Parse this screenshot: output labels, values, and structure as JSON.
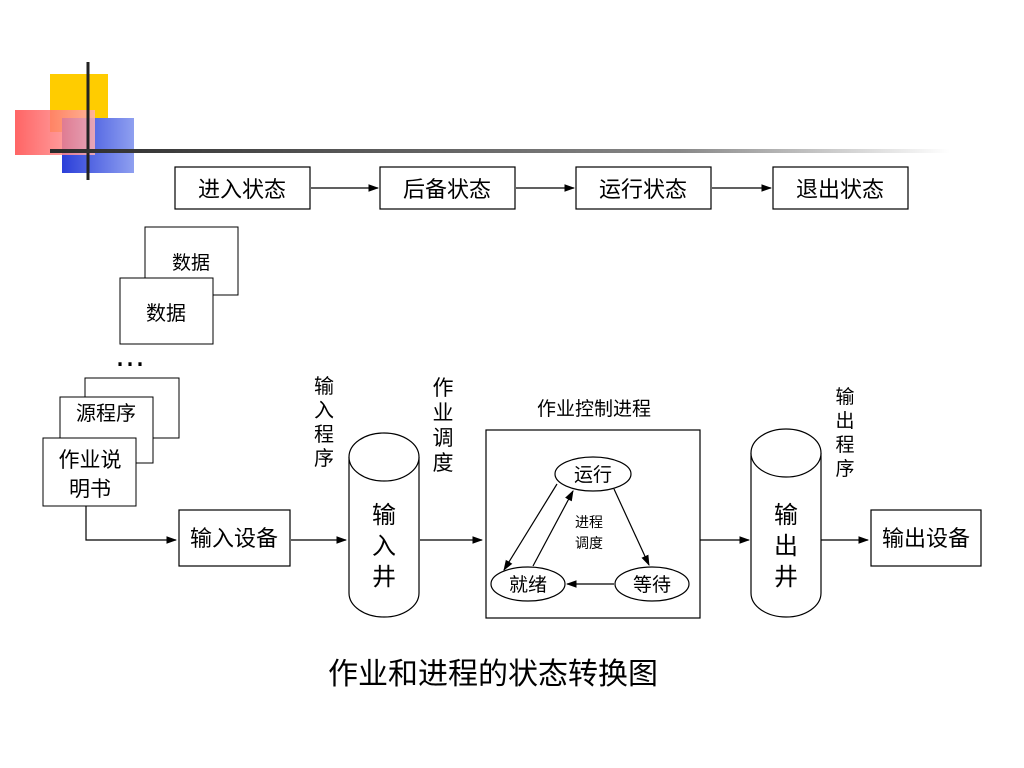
{
  "title": "作业和进程的状态转换图",
  "colors": {
    "title": "#0b7a0b",
    "line": "#000000",
    "deco_yellow": "#ffcc00",
    "deco_red": "#ff4a4a",
    "deco_blue": "#2b3fd9",
    "header_rule": "#2b2b2b"
  },
  "state_chain": [
    "进入状态",
    "后备状态",
    "运行状态",
    "退出状态"
  ],
  "data_cards": [
    "数据",
    "数据"
  ],
  "ellipsis": "…",
  "program_cards": [
    "源程序",
    "作业说明书"
  ],
  "input_device": "输入设备",
  "input_program": "输入程序",
  "input_well": "输入井",
  "job_scheduling": "作业调度",
  "job_control_title": "作业控制进程",
  "process_states": {
    "running": "运行",
    "ready": "就绪",
    "waiting": "等待"
  },
  "process_scheduling": "进程调度",
  "output_program": "输出程序",
  "output_well": "输出井",
  "output_device": "输出设备"
}
